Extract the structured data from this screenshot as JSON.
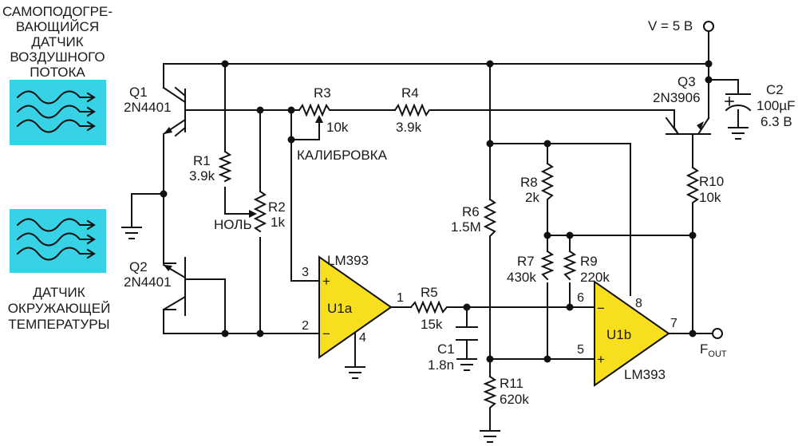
{
  "captions": {
    "heated_sensor": [
      "САМОПОДОГРЕ-",
      "ВАЮЩИЙСЯ",
      "ДАТЧИК",
      "ВОЗДУШНОГО",
      "ПОТОКА"
    ],
    "ambient_sensor": [
      "ДАТЧИК",
      "ОКРУЖАЮЩЕЙ",
      "ТЕМПЕРАТУРЫ"
    ]
  },
  "supply": {
    "label": "V = 5 B"
  },
  "output": {
    "label_main": "F",
    "label_sub": "OUT"
  },
  "transistors": {
    "q1": {
      "ref": "Q1",
      "part": "2N4401"
    },
    "q2": {
      "ref": "Q2",
      "part": "2N4401"
    },
    "q3": {
      "ref": "Q3",
      "part": "2N3906"
    }
  },
  "resistors": {
    "r1": {
      "ref": "R1",
      "value": "3.9k"
    },
    "r2": {
      "ref": "R2",
      "value": "1k"
    },
    "r3": {
      "ref": "R3",
      "value": "10k"
    },
    "r4": {
      "ref": "R4",
      "value": "3.9k"
    },
    "r5": {
      "ref": "R5",
      "value": "15k"
    },
    "r6": {
      "ref": "R6",
      "value": "1.5M"
    },
    "r7": {
      "ref": "R7",
      "value": "430k"
    },
    "r8": {
      "ref": "R8",
      "value": "2k"
    },
    "r9": {
      "ref": "R9",
      "value": "220k"
    },
    "r10": {
      "ref": "R10",
      "value": "10k"
    },
    "r11": {
      "ref": "R11",
      "value": "620k"
    }
  },
  "capacitors": {
    "c1": {
      "ref": "C1",
      "value": "1.8n"
    },
    "c2": {
      "ref": "C2",
      "value": "100µF",
      "voltage": "6.3 B"
    }
  },
  "labels": {
    "zero": "НОЛЬ",
    "calibration": "КАЛИБРОВКА"
  },
  "comparators": {
    "u1a": {
      "name": "U1a",
      "part": "LM393",
      "pins": {
        "plus": "3",
        "minus": "2",
        "out": "1",
        "gnd": "4"
      }
    },
    "u1b": {
      "name": "U1b",
      "part": "LM393",
      "pins": {
        "minus": "6",
        "plus": "5",
        "out": "7",
        "vcc": "8"
      }
    }
  },
  "colors": {
    "sensor_fill": "#38d2e6",
    "opamp_fill": "#f7df20",
    "wire": "#111111"
  }
}
